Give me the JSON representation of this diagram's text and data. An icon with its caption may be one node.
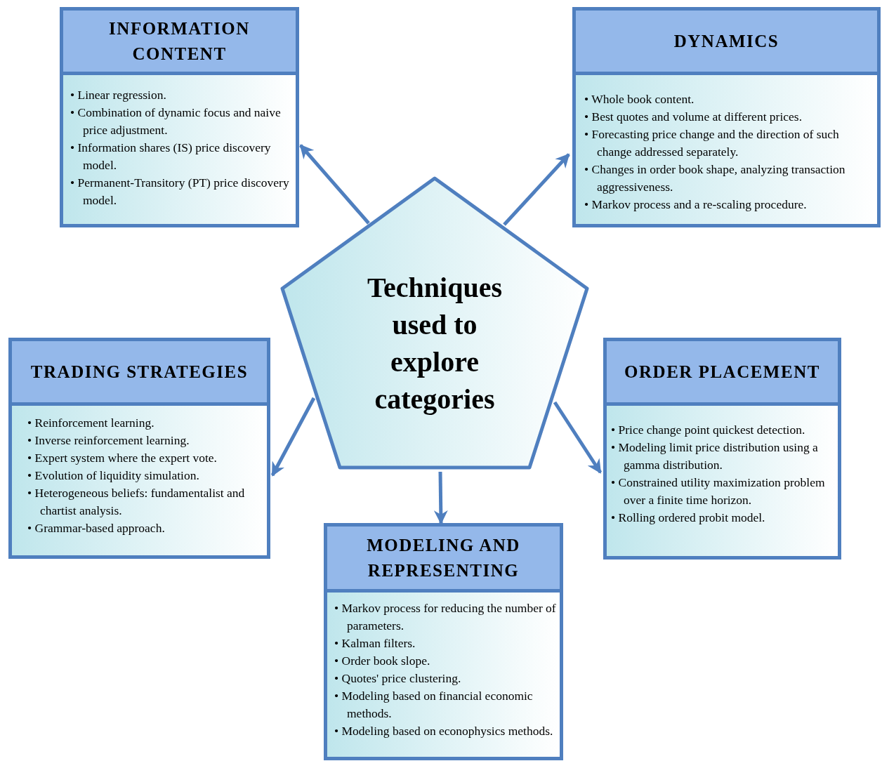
{
  "diagram": {
    "nodes": [
      {
        "text": [
          "INFORMATION CONTENT",
          "• Linear regression.",
          "• Combination of dynamic focus and naive price adjustment.",
          "• Information shares (IS) price discovery model.",
          "• Permanent-Transitory (PT) price discovery model."
        ]
      },
      {
        "text": [
          "DYNAMICS",
          "• Whole book content.",
          "• Best quotes and volume at different prices.",
          "• Forecasting price change and the direction of such change addressed separately.",
          "• Changes in order book shape, analyzing transaction aggressiveness.",
          "• Markov process and a re-scaling procedure."
        ]
      },
      {
        "text": [
          "Techniques used to explore categories"
        ]
      },
      {
        "text": [
          "TRADING STRATEGIES",
          "• Reinforcement learning.",
          "• Inverse reinforcement learning.",
          "• Expert system where the expert vote.",
          "• Evolution of liquidity simulation.",
          "• Heterogeneous beliefs: fundamentalist and chartist analysis.",
          "• Grammar-based approach."
        ]
      },
      {
        "text": [
          "ORDER PLACEMENT",
          "• Price change point quickest detection.",
          "• Modeling limit price distribution using a gamma distribution.",
          "• Constrained utility maximization problem over a finite time horizon.",
          "• Rolling ordered probit model."
        ]
      },
      {
        "text": [
          "MODELING AND REPRESENTING",
          "• Markov process for reducing the number of parameters.",
          "• Kalman filters.",
          "• Order book slope.",
          "• Quotes' price clustering.",
          "• Modeling based on financial economic methods.",
          "• Modeling based on econophysics methods."
        ]
      }
    ],
    "edges": [
      {
        "from": 2,
        "to": 0,
        "arrow": "to"
      },
      {
        "from": 2,
        "to": 1,
        "arrow": "to"
      },
      {
        "from": 2,
        "to": 3,
        "arrow": "to"
      },
      {
        "from": 2,
        "to": 4,
        "arrow": "to"
      },
      {
        "from": 2,
        "to": 5,
        "arrow": "to"
      }
    ]
  }
}
